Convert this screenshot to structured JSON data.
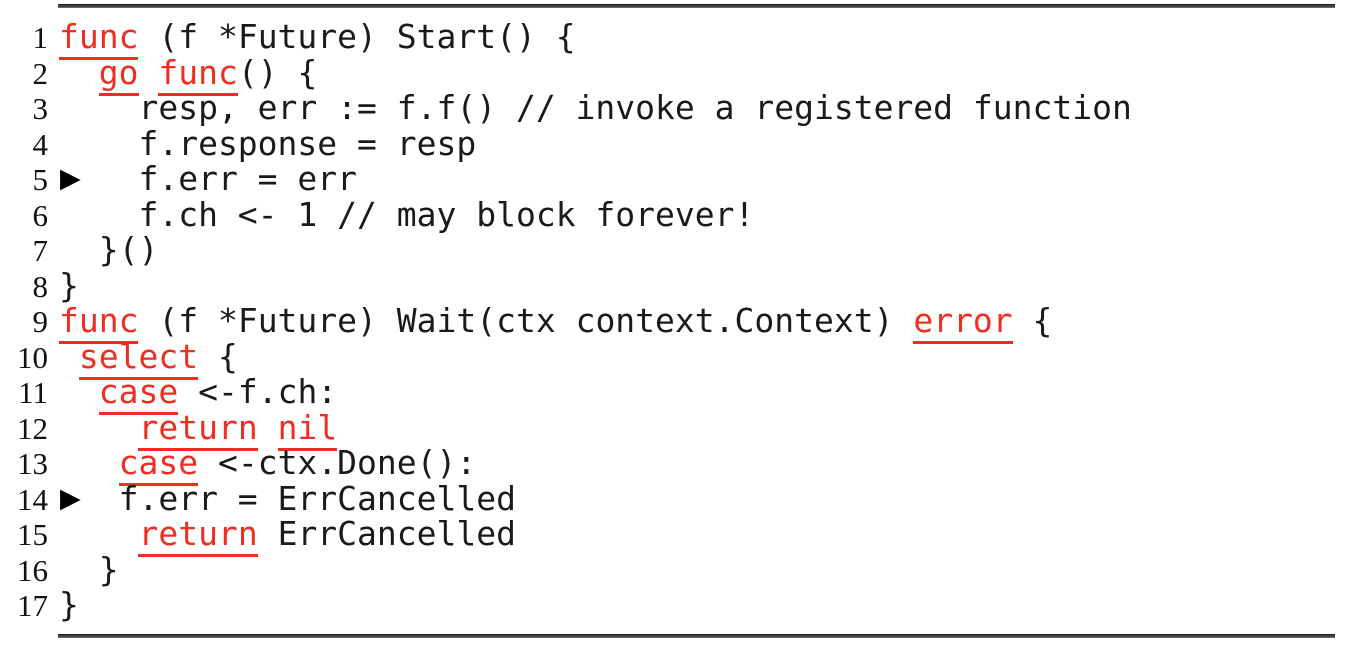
{
  "page": {
    "background": "#ffffff"
  },
  "listing": {
    "kind": "go-code-listing",
    "accent_red": "#ee2e20",
    "code_color": "#1a1a1a",
    "rule_color": "#424242",
    "marker_glyph": "▶",
    "lines": [
      {
        "num": "1",
        "marker": false,
        "segments": [
          {
            "t": "func",
            "kw": true
          },
          {
            "t": " (f *Future) Start() {",
            "kw": false
          }
        ]
      },
      {
        "num": "2",
        "marker": false,
        "segments": [
          {
            "t": "  ",
            "kw": false
          },
          {
            "t": "go",
            "kw": true
          },
          {
            "t": " ",
            "kw": false
          },
          {
            "t": "func",
            "kw": true
          },
          {
            "t": "() {",
            "kw": false
          }
        ]
      },
      {
        "num": "3",
        "marker": false,
        "segments": [
          {
            "t": "    resp, err := f.f() // invoke a registered function",
            "kw": false
          }
        ]
      },
      {
        "num": "4",
        "marker": false,
        "segments": [
          {
            "t": "    f.response = resp",
            "kw": false
          }
        ]
      },
      {
        "num": "5",
        "marker": true,
        "segments": [
          {
            "t": "    f.err = err",
            "kw": false
          }
        ]
      },
      {
        "num": "6",
        "marker": false,
        "segments": [
          {
            "t": "    f.ch <- 1 // may block forever!",
            "kw": false
          }
        ]
      },
      {
        "num": "7",
        "marker": false,
        "segments": [
          {
            "t": "  }()",
            "kw": false
          }
        ]
      },
      {
        "num": "8",
        "marker": false,
        "segments": [
          {
            "t": "}",
            "kw": false
          }
        ]
      },
      {
        "num": "9",
        "marker": false,
        "segments": [
          {
            "t": "func",
            "kw": true
          },
          {
            "t": " (f *Future) Wait(ctx context.Context) ",
            "kw": false
          },
          {
            "t": "error",
            "kw": true
          },
          {
            "t": " {",
            "kw": false
          }
        ]
      },
      {
        "num": "10",
        "marker": false,
        "segments": [
          {
            "t": " ",
            "kw": false
          },
          {
            "t": "select",
            "kw": true
          },
          {
            "t": " {",
            "kw": false
          }
        ]
      },
      {
        "num": "11",
        "marker": false,
        "segments": [
          {
            "t": "  ",
            "kw": false
          },
          {
            "t": "case",
            "kw": true
          },
          {
            "t": " <-f.ch:",
            "kw": false
          }
        ]
      },
      {
        "num": "12",
        "marker": false,
        "segments": [
          {
            "t": "    ",
            "kw": false
          },
          {
            "t": "return",
            "kw": true
          },
          {
            "t": " ",
            "kw": false
          },
          {
            "t": "nil",
            "kw": true
          }
        ]
      },
      {
        "num": "13",
        "marker": false,
        "segments": [
          {
            "t": "   ",
            "kw": false
          },
          {
            "t": "case",
            "kw": true
          },
          {
            "t": " <-ctx.Done():",
            "kw": false
          }
        ]
      },
      {
        "num": "14",
        "marker": true,
        "segments": [
          {
            "t": "   f.err = ErrCancelled",
            "kw": false
          }
        ]
      },
      {
        "num": "15",
        "marker": false,
        "segments": [
          {
            "t": "    ",
            "kw": false
          },
          {
            "t": "return",
            "kw": true
          },
          {
            "t": " ErrCancelled",
            "kw": false
          }
        ]
      },
      {
        "num": "16",
        "marker": false,
        "segments": [
          {
            "t": "  }",
            "kw": false
          }
        ]
      },
      {
        "num": "17",
        "marker": false,
        "segments": [
          {
            "t": "}",
            "kw": false
          }
        ]
      }
    ]
  }
}
